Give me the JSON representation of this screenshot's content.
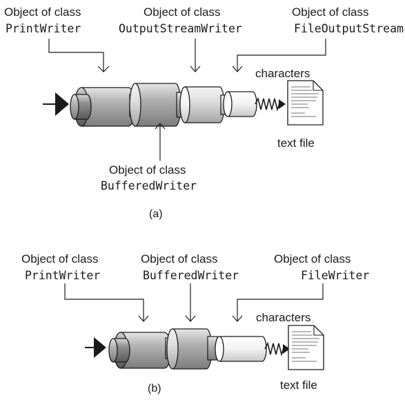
{
  "colors": {
    "ink": "#1a1a1a",
    "pipe_dark": "#8c8c8c",
    "pipe_mid": "#b0b0b0",
    "pipe_light": "#dcdcdc",
    "pipe_white": "#f2f2f2",
    "inlet_arrow": "#1a1a1a"
  },
  "icons": {
    "text_file": "document-icon",
    "spring": "spring-coil-icon",
    "inlet": "filled-triangle-arrow-icon"
  },
  "a": {
    "label_prefix": "Object of class",
    "printwriter_class": "PrintWriter",
    "outputstreamwriter_class": "OutputStreamWriter",
    "fileoutputstream_class": "FileOutputStream",
    "bufferedwriter_class": "BufferedWriter",
    "characters": "characters",
    "text_file": "text file",
    "caption": "(a)"
  },
  "b": {
    "label_prefix": "Object of class",
    "printwriter_class": "PrintWriter",
    "bufferedwriter_class": "BufferedWriter",
    "filewriter_class": "FileWriter",
    "characters": "characters",
    "text_file": "text file",
    "caption": "(b)"
  }
}
